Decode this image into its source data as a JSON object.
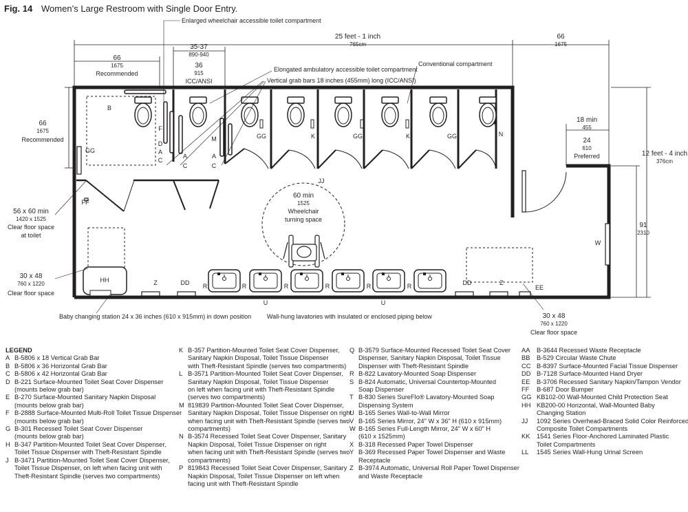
{
  "figure": {
    "label": "Fig. 14",
    "title": "Women’s Large Restroom with Single Door Entry."
  },
  "callouts": {
    "enlarged": "Enlarged wheelchair accessible toilet compartment",
    "elongated": "Elongated ambulatory accessible toilet compartment",
    "vertical_bars": "Vertical grab bars 18 inches (455mm) long (ICC/ANSI)",
    "conventional": "Conventional compartment",
    "baby_station": "Baby changing station 24 x 36 inches (610 x 915mm) in down position",
    "lavatories": "Wall-hung lavatories with insulated or enclosed piping below"
  },
  "dimensions": {
    "overall_width": "25 feet - 1 inch",
    "overall_width_mm": "765cm",
    "right_66": "66",
    "right_66_mm": "1675",
    "left_66": "66",
    "left_66_mm": "1675",
    "left_66_note": "Recommended",
    "compart_35_37": "35-37",
    "compart_35_37_mm": "890-940",
    "compart_36": "36",
    "compart_36_mm": "915",
    "compart_36_note": "ICC/ANSI",
    "side_66": "66",
    "side_66_mm": "1675",
    "side_66_note": "Recommended",
    "min_18": "18 min",
    "min_18_mm": "455",
    "pref_24": "24",
    "pref_24_mm": "610",
    "pref_24_note": "Preferred",
    "height": "12 feet - 4 inch",
    "height_mm": "376cm",
    "dim_91": "91",
    "dim_91_mm": "2310",
    "clear_toilet": "56 x 60 min",
    "clear_toilet_mm": "1420 x 1525",
    "clear_toilet_note1": "Clear floor space",
    "clear_toilet_note2": "at toilet",
    "clear_left": "30 x 48",
    "clear_left_mm": "760 x 1220",
    "clear_left_note": "Clear floor space",
    "clear_right": "30 x 48",
    "clear_right_mm": "760 x 1220",
    "clear_right_note": "Clear floor space",
    "turning": "60 min",
    "turning_mm": "1525",
    "turning_note1": "Wheelchair",
    "turning_note2": "turning space"
  },
  "tags": {
    "B": "B",
    "GG": "GG",
    "FF": "FF",
    "HH": "HH",
    "Z": "Z",
    "DD": "DD",
    "R": "R",
    "U": "U",
    "JJ": "JJ",
    "K": "K",
    "N": "N",
    "W": "W",
    "EE": "EE",
    "F": "F",
    "D": "D",
    "A": "A",
    "C": "C",
    "M": "M"
  },
  "legend": {
    "title": "LEGEND",
    "columns": [
      [
        {
          "code": "A",
          "text": "B-5806 x 18 Vertical Grab Bar"
        },
        {
          "code": "B",
          "text": "B-5806 x 36 Horizontal Grab Bar"
        },
        {
          "code": "C",
          "text": "B-5806 x 42 Horizontal Grab Bar"
        },
        {
          "code": "D",
          "text": "B-221 Surface-Mounted Toilet Seat Cover Dispenser\n(mounts below grab bar)"
        },
        {
          "code": "E",
          "text": "B-270 Surface-Mounted Sanitary Napkin Disposal\n(mounts below grab bar)"
        },
        {
          "code": "F",
          "text": "B-2888 Surface-Mounted Multi-Roll Toilet Tissue Dispenser\n(mounts below grab bar)"
        },
        {
          "code": "G",
          "text": "B-301 Recessed Toilet Seat Cover Dispenser\n(mounts below grab bar)"
        },
        {
          "code": "H",
          "text": "B-347 Partition-Mounted Toilet Seat Cover Dispenser,\nToilet Tissue Dispenser with Theft-Resistant Spindle"
        },
        {
          "code": "J",
          "text": "B-3471 Partition-Mounted Toilet Seat Cover Dispenser,\nToilet Tissue Dispenser, on left when facing unit with\nTheft-Resistant Spindle (serves two compartments)"
        }
      ],
      [
        {
          "code": "K",
          "text": "B-357 Partition-Mounted Toilet Seat Cover Dispenser,\nSanitary Napkin Disposal, Toilet Tissue Dispenser\nwith Theft-Resistant Spindle (serves two compartments)"
        },
        {
          "code": "L",
          "text": "B-3571 Partition-Mounted Toilet Seat Cover Dispenser,\nSanitary Napkin Disposal, Toilet Tissue Dispenser\non left when facing unit with Theft-Resistant Spindle\n(serves two compartments)"
        },
        {
          "code": "M",
          "text": "819839 Partition-Mounted Toilet Seat Cover Dispenser,\nSanitary Napkin Disposal, Toilet Tissue Dispenser on right\nwhen facing unit with Theft-Resistant Spindle (serves two\ncompartments)"
        },
        {
          "code": "N",
          "text": "B-3574 Recessed Toilet Seat Cover Dispenser, Sanitary\nNapkin Disposal, Toilet Tissue Dispenser on right\nwhen facing unit with Theft-Resistant Spindle (serves two\ncompartments)"
        },
        {
          "code": "P",
          "text": "819843 Recessed Toilet Seat Cover Dispenser, Sanitary\nNapkin Disposal, Toilet Tissue Dispenser on left when\nfacing unit with Theft-Resistant Spindle"
        }
      ],
      [
        {
          "code": "Q",
          "text": "B-3579 Surface-Mounted Recessed Toilet Seat Cover\nDispenser, Sanitary Napkin Disposal, Toilet Tissue\nDispenser with Theft-Resistant Spindle"
        },
        {
          "code": "R",
          "text": "B-822 Lavatory-Mounted Soap Dispenser"
        },
        {
          "code": "S",
          "text": "B-824 Automatic, Universal Countertop-Mounted\nSoap Dispenser"
        },
        {
          "code": "T",
          "text": "B-830 Series SureFlo® Lavatory-Mounted Soap\nDispensing System"
        },
        {
          "code": "U",
          "text": "B-165 Series Wall-to-Wall Mirror"
        },
        {
          "code": "V",
          "text": "B-165 Series Mirror, 24\" W x 36\" H (610 x 915mm)"
        },
        {
          "code": "W",
          "text": "B-165 Series Full-Length Mirror, 24\" W x 60\" H\n(610 x 1525mm)"
        },
        {
          "code": "X",
          "text": "B-318 Recessed Paper Towel Dispenser"
        },
        {
          "code": "Y",
          "text": "B-369 Recessed Paper Towel Dispenser and Waste\nReceptacle"
        },
        {
          "code": "Z",
          "text": "B-3974 Automatic, Universal Roll Paper Towel Dispenser\nand Waste Receptacle"
        }
      ],
      [
        {
          "code": "AA",
          "text": "B-3644 Recessed Waste Receptacle"
        },
        {
          "code": "BB",
          "text": "B-529 Circular Waste Chute"
        },
        {
          "code": "CC",
          "text": "B-8397 Surface-Mounted Facial Tissue Dispenser"
        },
        {
          "code": "DD",
          "text": "B-7128 Surface-Mounted Hand Dryer"
        },
        {
          "code": "EE",
          "text": "B-3706 Recessed Sanitary Napkin/Tampon Vendor"
        },
        {
          "code": "FF",
          "text": "B-687 Door Bumper"
        },
        {
          "code": "GG",
          "text": "KB102-00 Wall-Mounted Child Protection Seat"
        },
        {
          "code": "HH",
          "text": "KB200-00 Horizontal, Wall-Mounted Baby\nChanging Station"
        },
        {
          "code": "JJ",
          "text": "1092 Series Overhead-Braced Solid Color Reinforced\nComposite Toilet Compartments"
        },
        {
          "code": "KK",
          "text": "1541 Series Floor-Anchored Laminated Plastic\nToilet Compartments"
        },
        {
          "code": "LL",
          "text": "1545 Series Wall-Hung Urinal Screen"
        }
      ]
    ]
  }
}
